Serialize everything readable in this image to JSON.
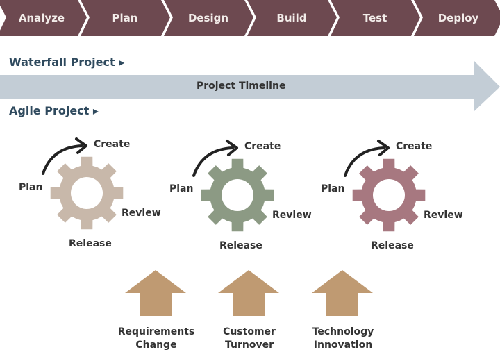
{
  "phases": [
    "Analyze",
    "Plan",
    "Design",
    "Build",
    "Test",
    "Deploy"
  ],
  "waterfall_label": "Waterfall Project ▸",
  "agile_label": "Agile Project ▸",
  "timeline_label": "Project Timeline",
  "cycle_steps": {
    "plan": "Plan",
    "create": "Create",
    "review": "Review",
    "release": "Release"
  },
  "gear_colors": [
    "#c8b8aa",
    "#8c9a84",
    "#a77880"
  ],
  "drivers": [
    {
      "line1": "Requirements",
      "line2": "Change"
    },
    {
      "line1": "Customer",
      "line2": "Turnover"
    },
    {
      "line1": "Technology",
      "line2": "Innovation"
    }
  ],
  "colors": {
    "phase": "#6d4950",
    "timeline": "#c3cdd6",
    "driver_arrow": "#bf9a72",
    "heading": "#2f4a5e"
  }
}
